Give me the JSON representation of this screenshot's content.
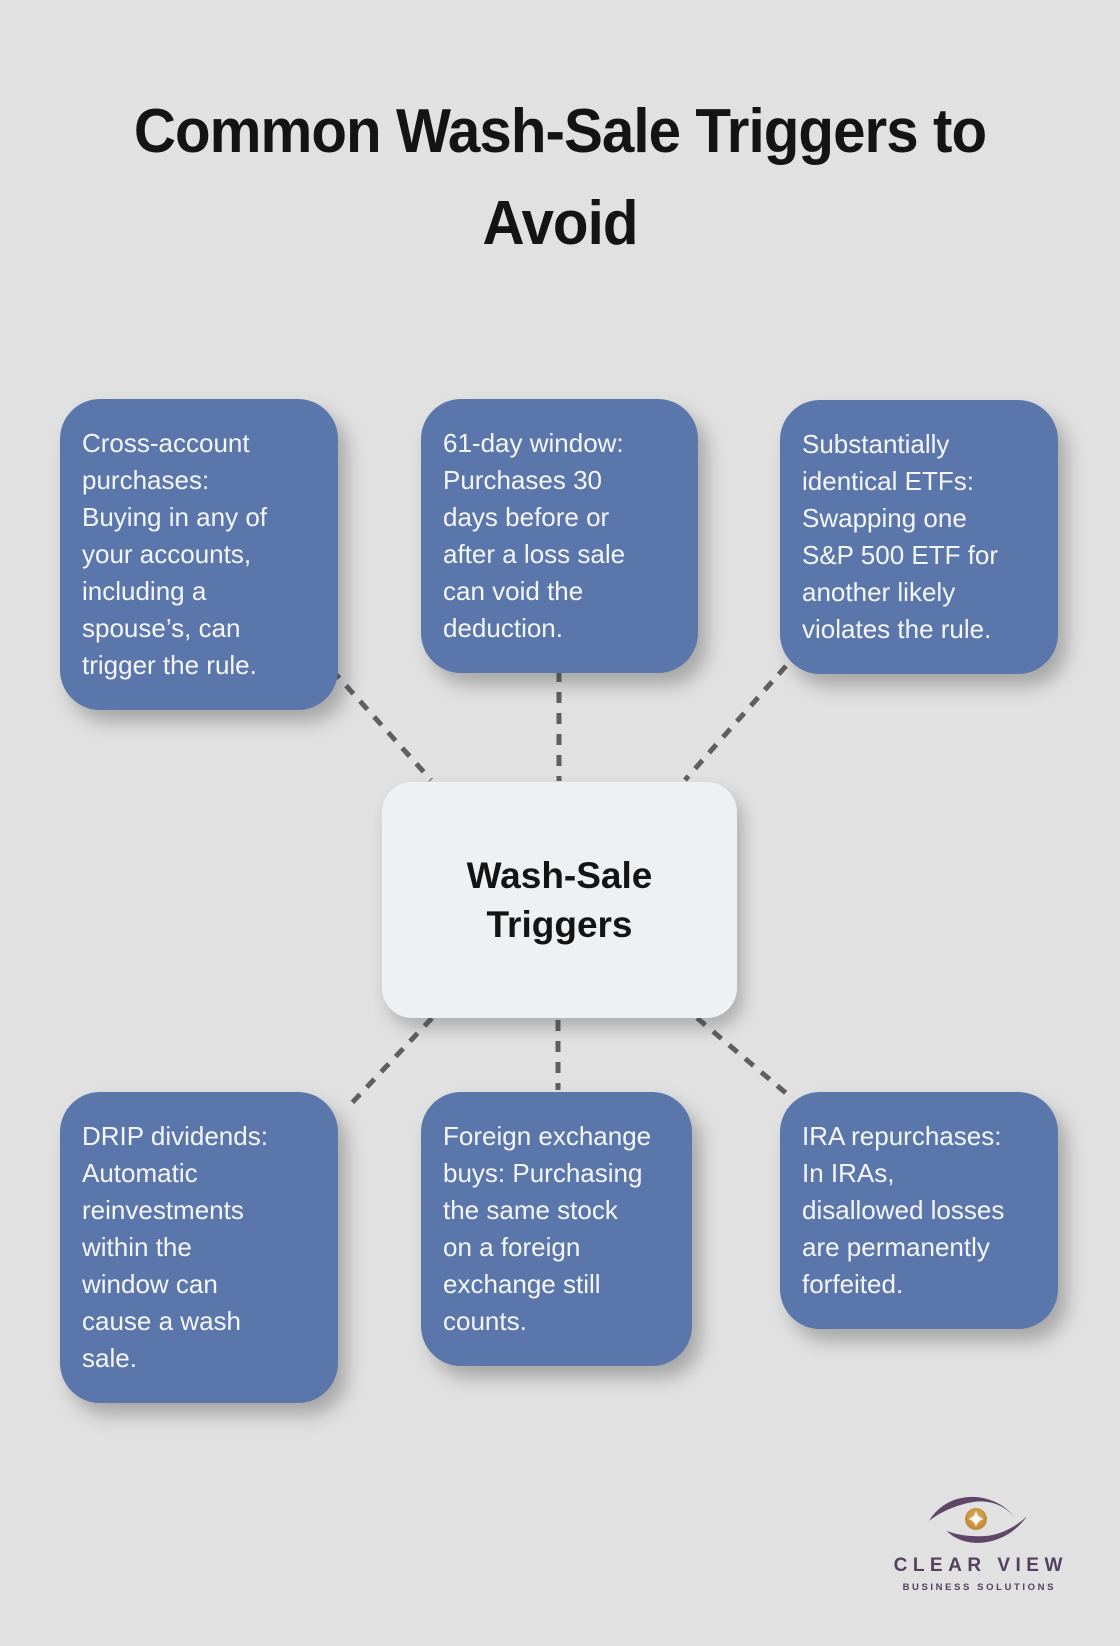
{
  "title": "Common Wash-Sale Triggers to\nAvoid",
  "center_node": {
    "label": "Wash-Sale\nTriggers"
  },
  "nodes": [
    {
      "id": "cross-account-purchases",
      "text": "Cross-account\npurchases:\nBuying in any of\nyour accounts,\nincluding a\nspouse’s, can\ntrigger the rule."
    },
    {
      "id": "61-day-window",
      "text": "61-day window:\nPurchases 30\ndays before or\nafter a loss sale\ncan void the\ndeduction."
    },
    {
      "id": "substantially-identical-etfs",
      "text": "Substantially\nidentical ETFs:\nSwapping one\nS&P 500 ETF for\nanother likely\nviolates the rule."
    },
    {
      "id": "drip-dividends",
      "text": "DRIP dividends:\nAutomatic\nreinvestments\nwithin the\nwindow can\ncause a wash\nsale."
    },
    {
      "id": "foreign-exchange-buys",
      "text": "Foreign exchange\nbuys: Purchasing\nthe same stock\non a foreign\nexchange still\ncounts."
    },
    {
      "id": "ira-repurchases",
      "text": "IRA repurchases:\nIn IRAs,\ndisallowed losses\nare permanently\nforfeited."
    }
  ],
  "logo": {
    "name": "CLEAR VIEW",
    "tagline": "BUSINESS SOLUTIONS",
    "eye_icon": "eye-sparkle-icon"
  },
  "colors": {
    "background": "#e0e1e0",
    "node_blue": "#5b76ab",
    "node_text": "#f4f6f9",
    "center_bg": "#eff0f1",
    "connector_dash": "#5f5f5f",
    "title_text": "#141414",
    "logo_purple": "#544060",
    "logo_gold": "#c9963f"
  }
}
